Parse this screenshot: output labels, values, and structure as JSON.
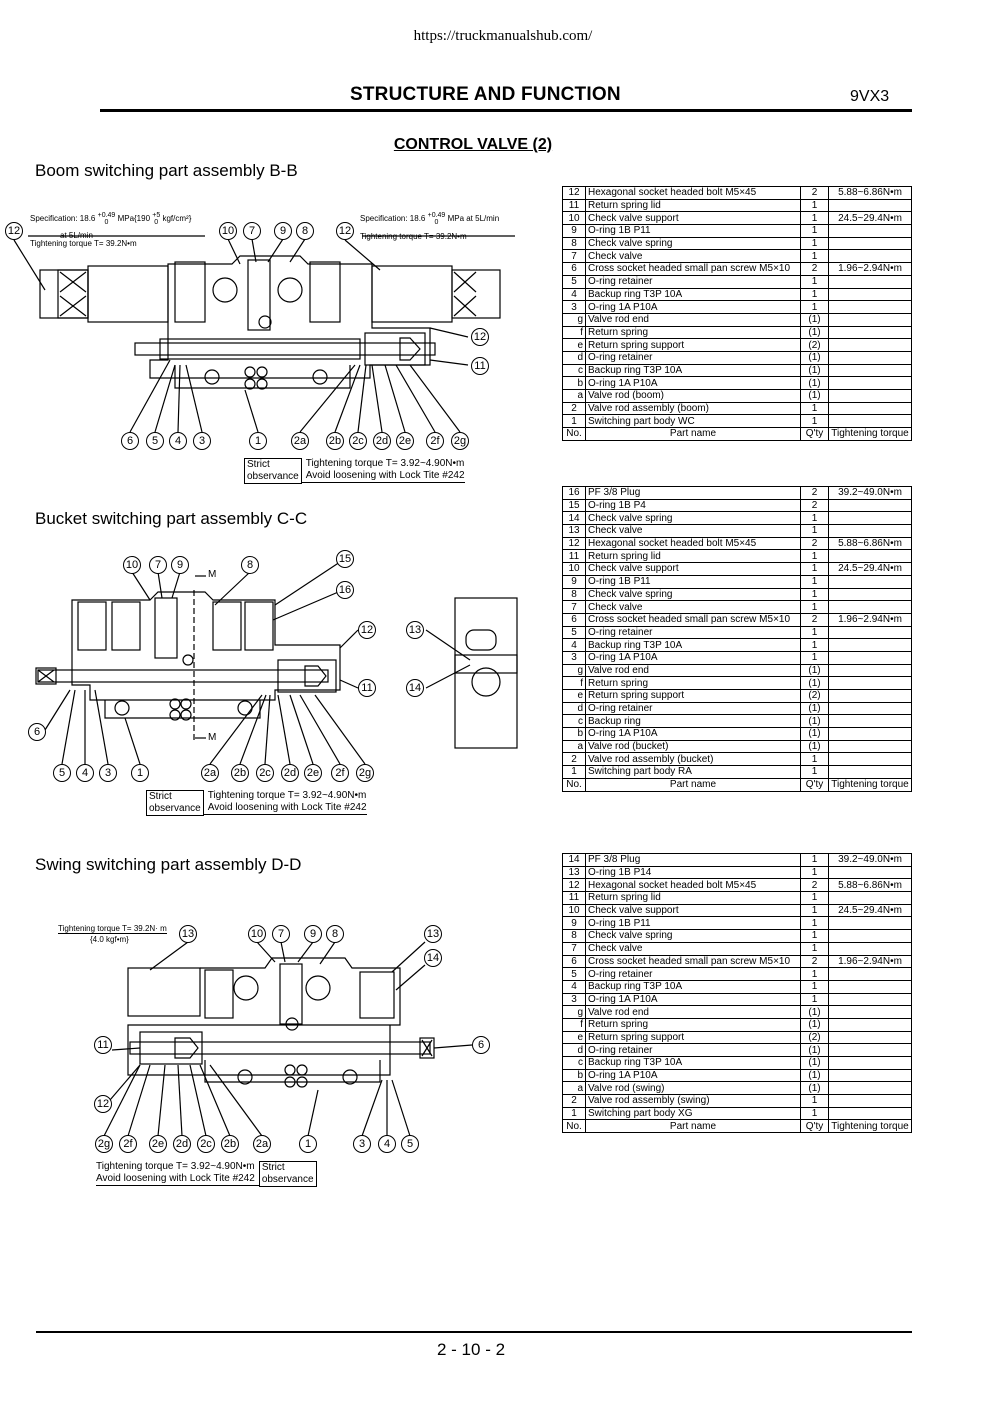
{
  "source_url": "https://truckmanualshub.com/",
  "header": {
    "title": "STRUCTURE AND FUNCTION",
    "code": "9VX3"
  },
  "section_title": "CONTROL VALVE (2)",
  "page_number": "2 - 10 - 2",
  "boom": {
    "title": "Boom switching part assembly B-B",
    "spec_left": "Specification: 18.6",
    "spec_left_tol_up": "+0.49",
    "spec_left_tol_dn": "0",
    "spec_left_unit": "MPa{190",
    "spec_left_tol2_up": "+5",
    "spec_left_tol2_dn": "0",
    "spec_left_unit2": "kgf/cm²}",
    "spec_left_flow": "at 5L/min",
    "torque_left": "Tightening torque T= 39.2N•m",
    "spec_right": "Specification: 18.6",
    "spec_right_tol_up": "+0.49",
    "spec_right_tol_dn": "0",
    "spec_right_unit": "MPa at 5L/min",
    "torque_right": "Tightening torque T= 39.2N•m",
    "top_callouts": [
      "10",
      "7",
      "9",
      "8"
    ],
    "callout_12a": "12",
    "callout_12b": "12",
    "callout_12c": "12",
    "callout_11": "11",
    "bottom_callouts": [
      "6",
      "5",
      "4",
      "3",
      "1",
      "2a",
      "2b",
      "2c",
      "2d",
      "2e",
      "2f",
      "2g"
    ],
    "strict": "Strict",
    "observance": "observance",
    "note_torque": "Tightening torque T= 3.92~4.90N•m",
    "note_locktite": "Avoid loosening with Lock Tite #242",
    "table": [
      {
        "no": "12",
        "name": "Hexagonal socket headed bolt M5×45",
        "qty": "2",
        "torque": "5.88~6.86N•m"
      },
      {
        "no": "11",
        "name": "Return spring lid",
        "qty": "1",
        "torque": ""
      },
      {
        "no": "10",
        "name": "Check valve support",
        "qty": "1",
        "torque": "24.5~29.4N•m"
      },
      {
        "no": "9",
        "name": "O-ring 1B P11",
        "qty": "1",
        "torque": ""
      },
      {
        "no": "8",
        "name": "Check valve spring",
        "qty": "1",
        "torque": ""
      },
      {
        "no": "7",
        "name": "Check valve",
        "qty": "1",
        "torque": ""
      },
      {
        "no": "6",
        "name": "Cross socket headed small pan screw M5×10",
        "qty": "2",
        "torque": "1.96~2.94N•m"
      },
      {
        "no": "5",
        "name": "O-ring retainer",
        "qty": "1",
        "torque": ""
      },
      {
        "no": "4",
        "name": "Backup ring T3P 10A",
        "qty": "1",
        "torque": ""
      },
      {
        "no": "3",
        "name": "O-ring 1A P10A",
        "qty": "1",
        "torque": ""
      },
      {
        "no": "g",
        "name": "Valve rod end",
        "qty": "(1)",
        "torque": "",
        "sub": true
      },
      {
        "no": "f",
        "name": "Return spring",
        "qty": "(1)",
        "torque": "",
        "sub": true
      },
      {
        "no": "e",
        "name": "Return spring support",
        "qty": "(2)",
        "torque": "",
        "sub": true
      },
      {
        "no": "d",
        "name": "O-ring retainer",
        "qty": "(1)",
        "torque": "",
        "sub": true
      },
      {
        "no": "c",
        "name": "Backup ring T3P 10A",
        "qty": "(1)",
        "torque": "",
        "sub": true
      },
      {
        "no": "b",
        "name": "O-ring 1A P10A",
        "qty": "(1)",
        "torque": "",
        "sub": true
      },
      {
        "no": "a",
        "name": "Valve rod (boom)",
        "qty": "(1)",
        "torque": "",
        "sub": true
      },
      {
        "no": "2",
        "name": "Valve rod assembly (boom)",
        "qty": "1",
        "torque": ""
      },
      {
        "no": "1",
        "name": "Switching part body WC",
        "qty": "1",
        "torque": ""
      }
    ]
  },
  "bucket": {
    "title": "Bucket switching part assembly C-C",
    "top_callouts": [
      "10",
      "7",
      "9",
      "8"
    ],
    "m_top": "M",
    "m_bottom": "M",
    "callout_15": "15",
    "callout_16": "16",
    "callout_12": "12",
    "callout_11": "11",
    "callout_13": "13",
    "callout_14": "14",
    "callout_6": "6",
    "bottom_callouts": [
      "5",
      "4",
      "3",
      "1",
      "2a",
      "2b",
      "2c",
      "2d",
      "2e",
      "2f",
      "2g"
    ],
    "strict": "Strict",
    "observance": "observance",
    "note_torque": "Tightening torque T= 3.92~4.90N•m",
    "note_locktite": "Avoid loosening with Lock Tite #242",
    "table": [
      {
        "no": "16",
        "name": "PF 3/8 Plug",
        "qty": "2",
        "torque": "39.2~49.0N•m"
      },
      {
        "no": "15",
        "name": "O-ring 1B P4",
        "qty": "2",
        "torque": ""
      },
      {
        "no": "14",
        "name": "Check valve spring",
        "qty": "1",
        "torque": ""
      },
      {
        "no": "13",
        "name": "Check valve",
        "qty": "1",
        "torque": ""
      },
      {
        "no": "12",
        "name": "Hexagonal socket headed bolt M5×45",
        "qty": "2",
        "torque": "5.88~6.86N•m"
      },
      {
        "no": "11",
        "name": "Return spring lid",
        "qty": "1",
        "torque": ""
      },
      {
        "no": "10",
        "name": "Check valve support",
        "qty": "1",
        "torque": "24.5~29.4N•m"
      },
      {
        "no": "9",
        "name": "O-ring 1B P11",
        "qty": "1",
        "torque": ""
      },
      {
        "no": "8",
        "name": "Check valve spring",
        "qty": "1",
        "torque": ""
      },
      {
        "no": "7",
        "name": "Check valve",
        "qty": "1",
        "torque": ""
      },
      {
        "no": "6",
        "name": "Cross socket headed small pan screw M5×10",
        "qty": "2",
        "torque": "1.96~2.94N•m"
      },
      {
        "no": "5",
        "name": "O-ring retainer",
        "qty": "1",
        "torque": ""
      },
      {
        "no": "4",
        "name": "Backup ring T3P 10A",
        "qty": "1",
        "torque": ""
      },
      {
        "no": "3",
        "name": "O-ring 1A P10A",
        "qty": "1",
        "torque": ""
      },
      {
        "no": "g",
        "name": "Valve rod end",
        "qty": "(1)",
        "torque": "",
        "sub": true
      },
      {
        "no": "f",
        "name": "Return spring",
        "qty": "(1)",
        "torque": "",
        "sub": true
      },
      {
        "no": "e",
        "name": "Return spring support",
        "qty": "(2)",
        "torque": "",
        "sub": true
      },
      {
        "no": "d",
        "name": "O-ring retainer",
        "qty": "(1)",
        "torque": "",
        "sub": true
      },
      {
        "no": "c",
        "name": "Backup ring",
        "qty": "(1)",
        "torque": "",
        "sub": true
      },
      {
        "no": "b",
        "name": "O-ring 1A P10A",
        "qty": "(1)",
        "torque": "",
        "sub": true
      },
      {
        "no": "a",
        "name": "Valve rod (bucket)",
        "qty": "(1)",
        "torque": "",
        "sub": true
      },
      {
        "no": "2",
        "name": "Valve rod assembly (bucket)",
        "qty": "1",
        "torque": ""
      },
      {
        "no": "1",
        "name": "Switching part body RA",
        "qty": "1",
        "torque": ""
      }
    ]
  },
  "swing": {
    "title": "Swing switching part assembly D-D",
    "torque_top": "Tightening torque T= 39.2N· m",
    "torque_top_kgf": "{4.0 kgf•m}",
    "callout_13a": "13",
    "top_callouts": [
      "10",
      "7",
      "9",
      "8"
    ],
    "callout_13b": "13",
    "callout_14": "14",
    "callout_11": "11",
    "callout_6": "6",
    "callout_12": "12",
    "bottom_callouts": [
      "2g",
      "2f",
      "2e",
      "2d",
      "2c",
      "2b",
      "2a",
      "1",
      "3",
      "4",
      "5"
    ],
    "strict": "Strict",
    "observance": "observance",
    "note_torque": "Tightening torque T= 3.92~4.90N•m",
    "note_locktite": "Avoid loosening with Lock Tite #242",
    "table": [
      {
        "no": "14",
        "name": "PF 3/8 Plug",
        "qty": "1",
        "torque": "39.2~49.0N•m"
      },
      {
        "no": "13",
        "name": "O-ring 1B P14",
        "qty": "1",
        "torque": ""
      },
      {
        "no": "12",
        "name": "Hexagonal socket headed bolt M5×45",
        "qty": "2",
        "torque": "5.88~6.86N•m"
      },
      {
        "no": "11",
        "name": "Return spring lid",
        "qty": "1",
        "torque": ""
      },
      {
        "no": "10",
        "name": "Check valve support",
        "qty": "1",
        "torque": "24.5~29.4N•m"
      },
      {
        "no": "9",
        "name": "O-ring 1B P11",
        "qty": "1",
        "torque": ""
      },
      {
        "no": "8",
        "name": "Check valve spring",
        "qty": "1",
        "torque": ""
      },
      {
        "no": "7",
        "name": "Check valve",
        "qty": "1",
        "torque": ""
      },
      {
        "no": "6",
        "name": "Cross socket headed small pan screw M5×10",
        "qty": "2",
        "torque": "1.96~2.94N•m"
      },
      {
        "no": "5",
        "name": "O-ring retainer",
        "qty": "1",
        "torque": ""
      },
      {
        "no": "4",
        "name": "Backup ring T3P 10A",
        "qty": "1",
        "torque": ""
      },
      {
        "no": "3",
        "name": "O-ring 1A P10A",
        "qty": "1",
        "torque": ""
      },
      {
        "no": "g",
        "name": "Valve rod end",
        "qty": "(1)",
        "torque": "",
        "sub": true
      },
      {
        "no": "f",
        "name": "Return spring",
        "qty": "(1)",
        "torque": "",
        "sub": true
      },
      {
        "no": "e",
        "name": "Return spring support",
        "qty": "(2)",
        "torque": "",
        "sub": true
      },
      {
        "no": "d",
        "name": "O-ring retainer",
        "qty": "(1)",
        "torque": "",
        "sub": true
      },
      {
        "no": "c",
        "name": "Backup ring T3P 10A",
        "qty": "(1)",
        "torque": "",
        "sub": true
      },
      {
        "no": "b",
        "name": "O-ring 1A P10A",
        "qty": "(1)",
        "torque": "",
        "sub": true
      },
      {
        "no": "a",
        "name": "Valve rod (swing)",
        "qty": "(1)",
        "torque": "",
        "sub": true
      },
      {
        "no": "2",
        "name": "Valve rod assembly (swing)",
        "qty": "1",
        "torque": ""
      },
      {
        "no": "1",
        "name": "Switching part body XG",
        "qty": "1",
        "torque": ""
      }
    ]
  },
  "table_header": {
    "no": "No.",
    "name": "Part name",
    "qty": "Q'ty",
    "torque": "Tightening torque"
  }
}
